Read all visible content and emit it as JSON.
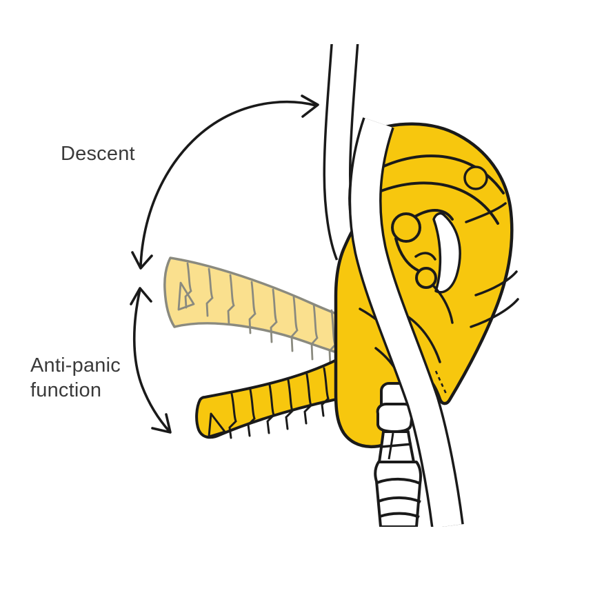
{
  "figure": {
    "type": "technical-illustration",
    "subject": "descender-device-handle-positions",
    "labels": {
      "descent": "Descent",
      "anti_panic_line1": "Anti-panic",
      "anti_panic_line2": "function"
    },
    "icons": {
      "descent_arrow": "curved-double-headed-arrow",
      "anti_panic_arrow": "curved-double-headed-arrow"
    },
    "colors": {
      "background": "#FFFFFF",
      "device_yellow": "#F7C70E",
      "faded_handle_yellow": "#FAE08E",
      "faded_handle_outline": "#8A8A7F",
      "outline_black": "#1A1A1A",
      "rope_white": "#FFFFFF",
      "label_text": "#3A3A3A"
    }
  }
}
